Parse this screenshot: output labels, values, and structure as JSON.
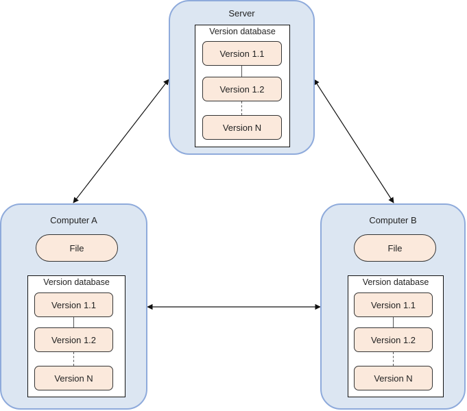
{
  "server": {
    "title": "Server",
    "db_label": "Version database",
    "versions": [
      "Version 1.1",
      "Version 1.2",
      "Version N"
    ]
  },
  "computer_a": {
    "title": "Computer A",
    "file_label": "File",
    "db_label": "Version database",
    "versions": [
      "Version 1.1",
      "Version 1.2",
      "Version N"
    ]
  },
  "computer_b": {
    "title": "Computer B",
    "file_label": "File",
    "db_label": "Version database",
    "versions": [
      "Version 1.1",
      "Version 1.2",
      "Version N"
    ]
  },
  "colors": {
    "node_fill": "#dce6f2",
    "node_border": "#8eaadb",
    "item_fill": "#fbe9dc"
  }
}
